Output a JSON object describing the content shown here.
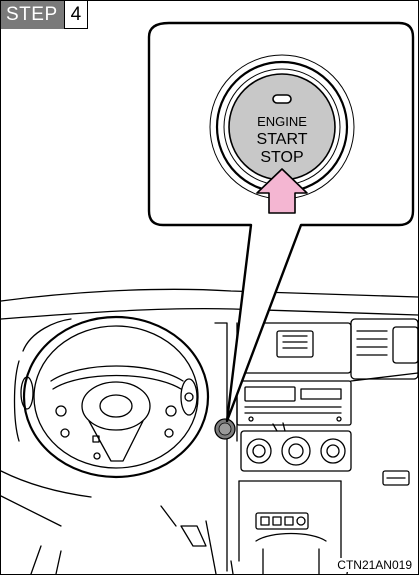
{
  "step": {
    "label": "STEP",
    "number": "4"
  },
  "button": {
    "line1": "ENGINE",
    "line2": "START",
    "line3": "STOP"
  },
  "caption": "CTN21AN019",
  "colors": {
    "step_label_bg": "#7a7a7a",
    "button_face": "#c8c8c8",
    "arrow_fill": "#f4b6d2"
  }
}
